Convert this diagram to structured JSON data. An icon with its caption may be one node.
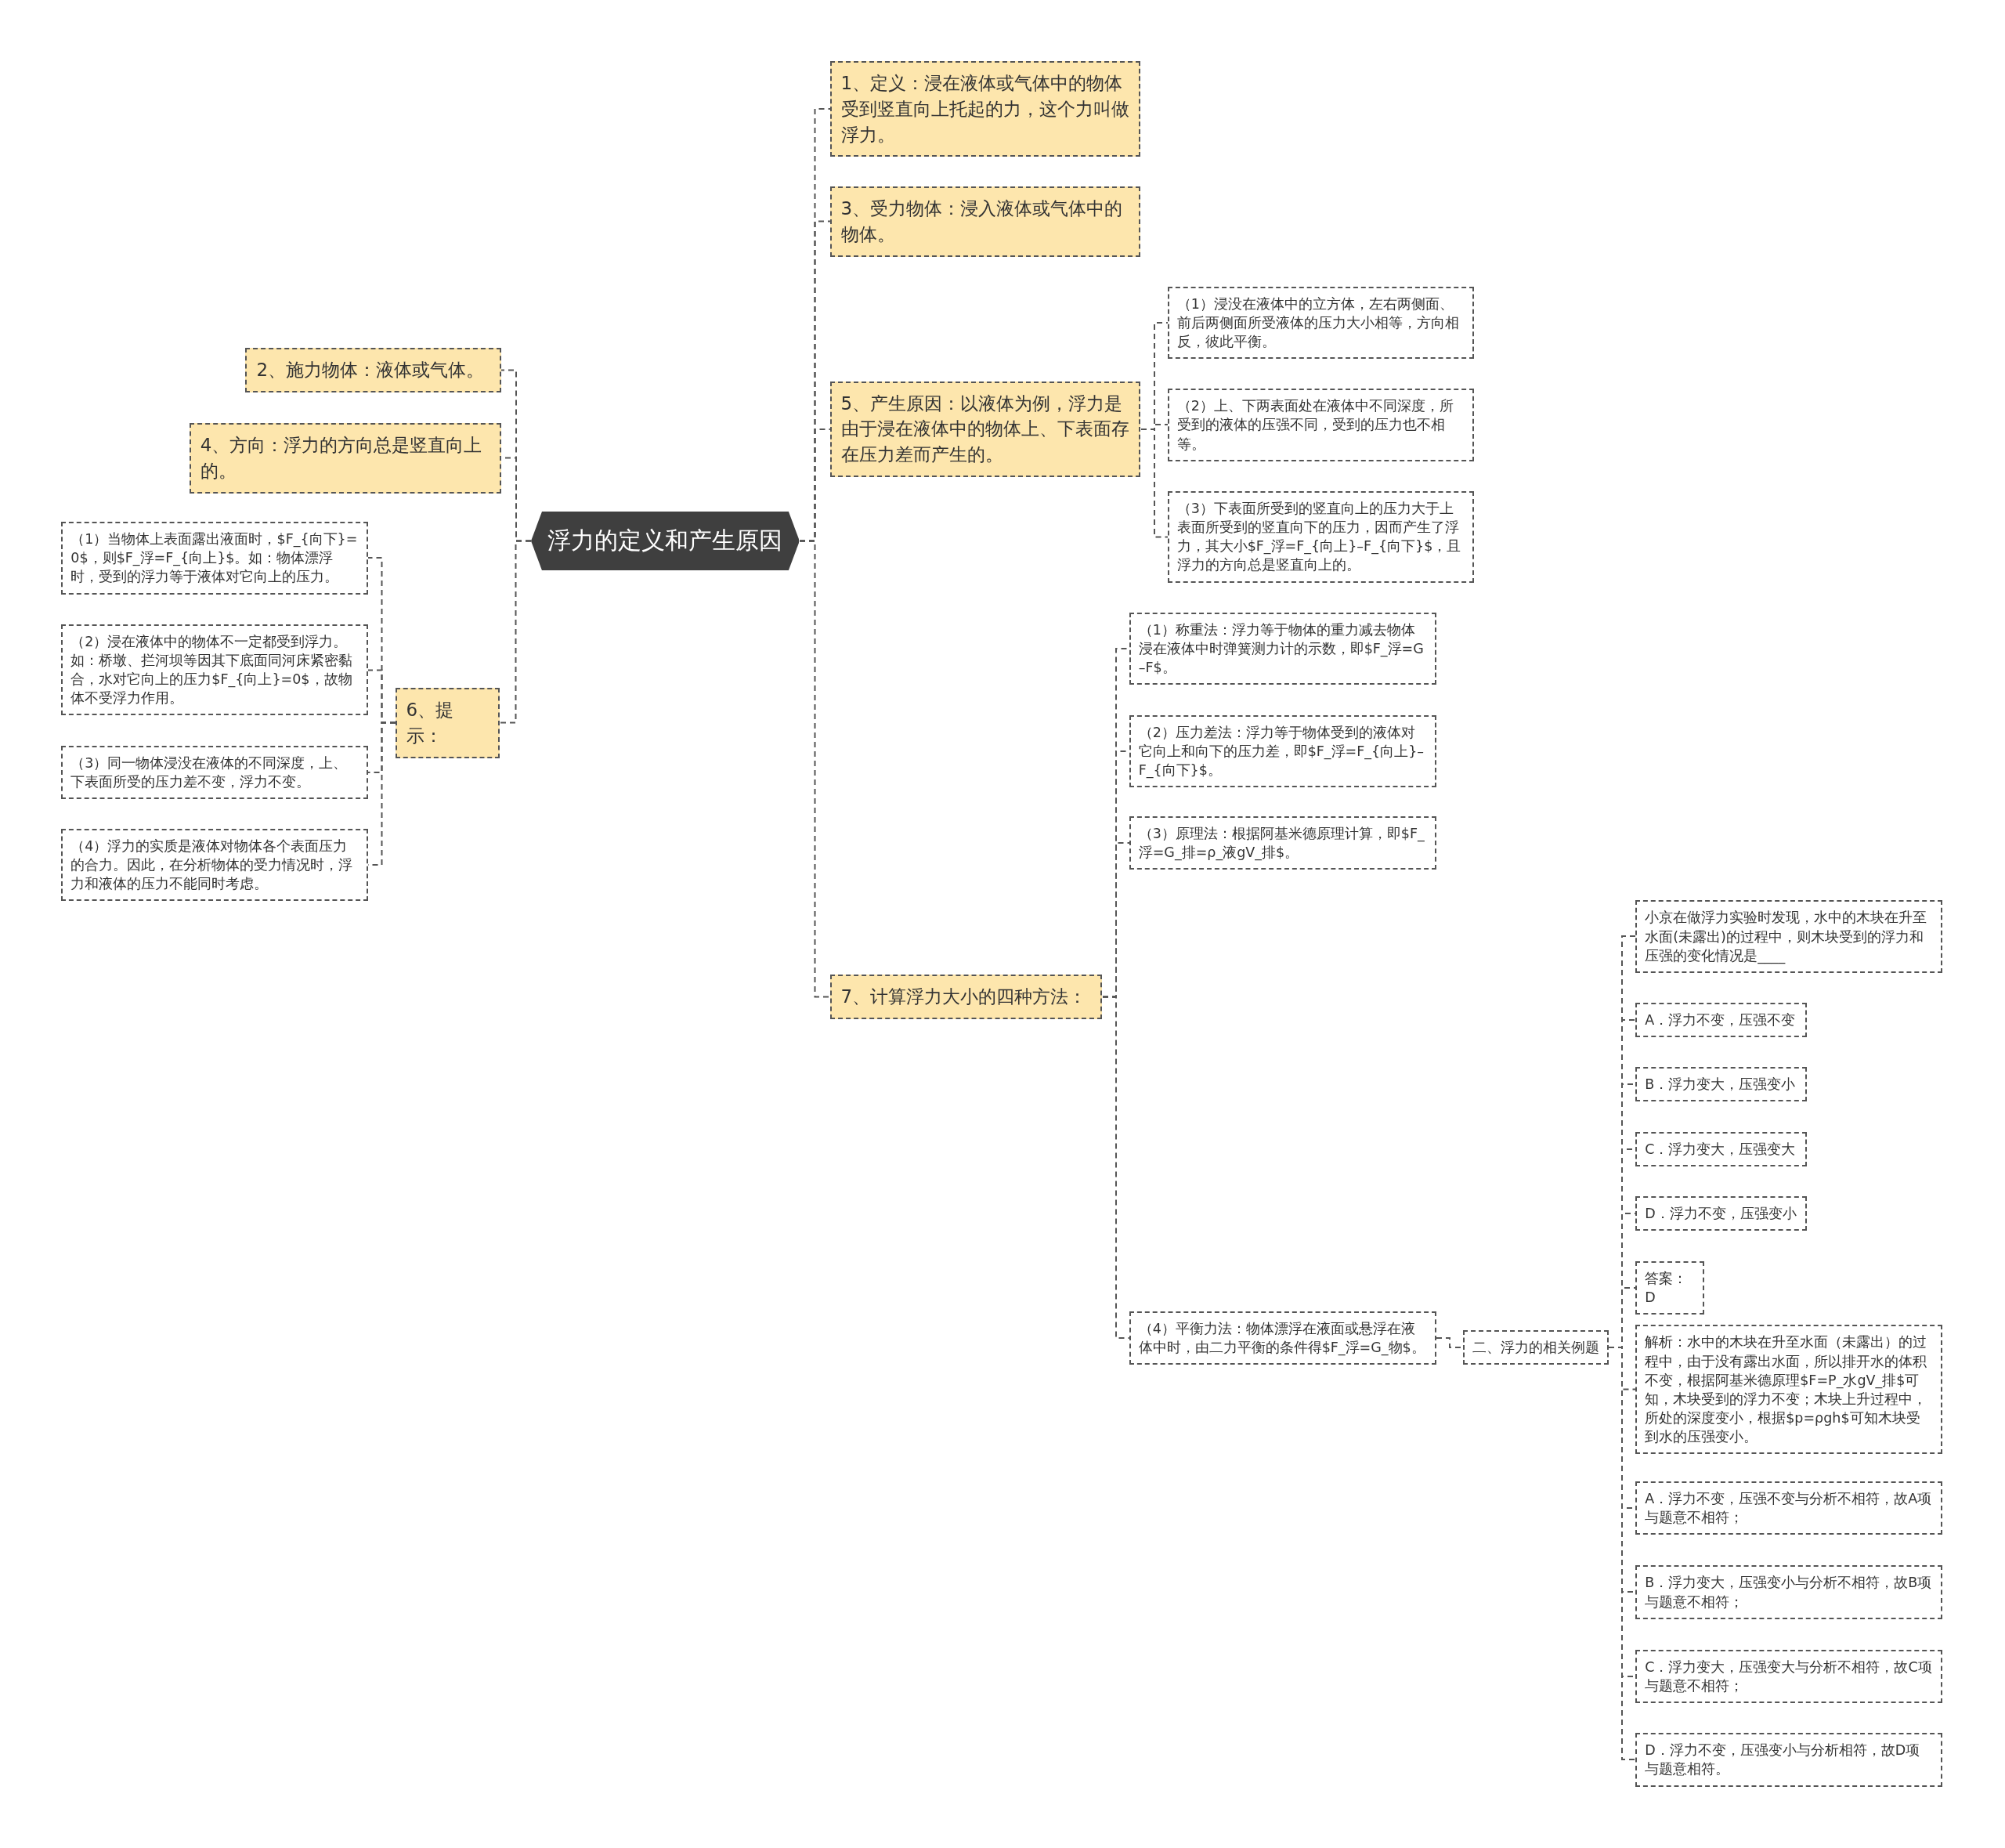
{
  "diagram": {
    "nodes": [
      {
        "text": [
          "浮力的定义和产生原因"
        ]
      },
      {
        "text": [
          "1、定义：浸在液体或气体中的物体受到竖直向上托起的力，这个力叫做浮力。"
        ]
      },
      {
        "text": [
          "2、施力物体：液体或气体。"
        ]
      },
      {
        "text": [
          "3、受力物体：浸入液体或气体中的物体。"
        ]
      },
      {
        "text": [
          "4、方向：浮力的方向总是竖直向上的。"
        ]
      },
      {
        "text": [
          "5、产生原因：以液体为例，浮力是由于浸在液体中的物体上、下表面存在压力差而产生的。"
        ]
      },
      {
        "text": [
          "（1）浸没在液体中的立方体，左右两侧面、前后两侧面所受液体的压力大小相等，方向相反，彼此平衡。"
        ]
      },
      {
        "text": [
          "（2）上、下两表面处在液体中不同深度，所受到的液体的压强不同，受到的压力也不相等。"
        ]
      },
      {
        "text": [
          "（3）下表面所受到的竖直向上的压力大于上表面所受到的竖直向下的压力，因而产生了浮力，其大小$F_浮=F_{向上}–F_{向下}$，且浮力的方向总是竖直向上的。"
        ]
      },
      {
        "text": [
          "6、提示："
        ]
      },
      {
        "text": [
          "（1）当物体上表面露出液面时，$F_{向下}=0$，则$F_浮=F_{向上}$。如：物体漂浮时，受到的浮力等于液体对它向上的压力。"
        ]
      },
      {
        "text": [
          "（2）浸在液体中的物体不一定都受到浮力。如：桥墩、拦河坝等因其下底面同河床紧密黏合，水对它向上的压力$F_{向上}=0$，故物体不受浮力作用。"
        ]
      },
      {
        "text": [
          "（3）同一物体浸没在液体的不同深度，上、下表面所受的压力差不变，浮力不变。"
        ]
      },
      {
        "text": [
          "（4）浮力的实质是液体对物体各个表面压力的合力。因此，在分析物体的受力情况时，浮力和液体的压力不能同时考虑。"
        ]
      },
      {
        "text": [
          "7、计算浮力大小的四种方法："
        ]
      },
      {
        "text": [
          "（1）称重法：浮力等于物体的重力减去物体浸在液体中时弹簧测力计的示数，即$F_浮=G–F$。"
        ]
      },
      {
        "text": [
          "（2）压力差法：浮力等于物体受到的液体对它向上和向下的压力差，即$F_浮=F_{向上}–F_{向下}$。"
        ]
      },
      {
        "text": [
          "（3）原理法：根据阿基米德原理计算，即$F_浮=G_排=ρ_液gV_排$。"
        ]
      },
      {
        "text": [
          "（4）平衡力法：物体漂浮在液面或悬浮在液体中时，由二力平衡的条件得$F_浮=G_物$。"
        ]
      },
      {
        "text": [
          "二、浮力的相关例题"
        ]
      },
      {
        "text": [
          "小京在做浮力实验时发现，水中的木块在升至水面(未露出)的过程中，则木块受到的浮力和压强的变化情况是____"
        ]
      },
      {
        "text": [
          "A．浮力不变，压强不变"
        ]
      },
      {
        "text": [
          "B．浮力变大，压强变小"
        ]
      },
      {
        "text": [
          "C．浮力变大，压强变大"
        ]
      },
      {
        "text": [
          "D．浮力不变，压强变小"
        ]
      },
      {
        "text": [
          "答案：D"
        ]
      },
      {
        "text": [
          "解析：水中的木块在升至水面（未露出）的过程中，由于没有露出水面，所以排开水的体积不变，根据阿基米德原理$F=P_水gV_排$可知，木块受到的浮力不变；木块上升过程中，所处的深度变小，根据$p=ρgh$可知木块受到水的压强变小。"
        ]
      },
      {
        "text": [
          "A．浮力不变，压强不变与分析不相符，故A项与题意不相符；"
        ]
      },
      {
        "text": [
          "B．浮力变大，压强变小与分析不相符，故B项与题意不相符；"
        ]
      },
      {
        "text": [
          "C．浮力变大，压强变大与分析不相符，故C项与题意不相符；"
        ]
      },
      {
        "text": [
          "D．浮力不变，压强变小与分析相符，故D项与题意相符。"
        ]
      }
    ],
    "edges": [
      {
        "from": 0,
        "to": 1,
        "arrow": "none"
      },
      {
        "from": 0,
        "to": 2,
        "arrow": "none"
      },
      {
        "from": 0,
        "to": 3,
        "arrow": "none"
      },
      {
        "from": 0,
        "to": 4,
        "arrow": "none"
      },
      {
        "from": 0,
        "to": 5,
        "arrow": "none"
      },
      {
        "from": 5,
        "to": 6,
        "arrow": "none"
      },
      {
        "from": 5,
        "to": 7,
        "arrow": "none"
      },
      {
        "from": 5,
        "to": 8,
        "arrow": "none"
      },
      {
        "from": 0,
        "to": 9,
        "arrow": "none"
      },
      {
        "from": 9,
        "to": 10,
        "arrow": "none"
      },
      {
        "from": 9,
        "to": 11,
        "arrow": "none"
      },
      {
        "from": 9,
        "to": 12,
        "arrow": "none"
      },
      {
        "from": 9,
        "to": 13,
        "arrow": "none"
      },
      {
        "from": 0,
        "to": 14,
        "arrow": "none"
      },
      {
        "from": 14,
        "to": 15,
        "arrow": "none"
      },
      {
        "from": 14,
        "to": 16,
        "arrow": "none"
      },
      {
        "from": 14,
        "to": 17,
        "arrow": "none"
      },
      {
        "from": 14,
        "to": 18,
        "arrow": "none"
      },
      {
        "from": 18,
        "to": 19,
        "arrow": "none"
      },
      {
        "from": 19,
        "to": 20,
        "arrow": "none"
      },
      {
        "from": 19,
        "to": 21,
        "arrow": "none"
      },
      {
        "from": 19,
        "to": 22,
        "arrow": "none"
      },
      {
        "from": 19,
        "to": 23,
        "arrow": "none"
      },
      {
        "from": 19,
        "to": 24,
        "arrow": "none"
      },
      {
        "from": 19,
        "to": 25,
        "arrow": "none"
      },
      {
        "from": 19,
        "to": 26,
        "arrow": "none"
      },
      {
        "from": 19,
        "to": 27,
        "arrow": "none"
      },
      {
        "from": 19,
        "to": 28,
        "arrow": "none"
      },
      {
        "from": 19,
        "to": 29,
        "arrow": "none"
      },
      {
        "from": 19,
        "to": 30,
        "arrow": "none"
      }
    ]
  }
}
